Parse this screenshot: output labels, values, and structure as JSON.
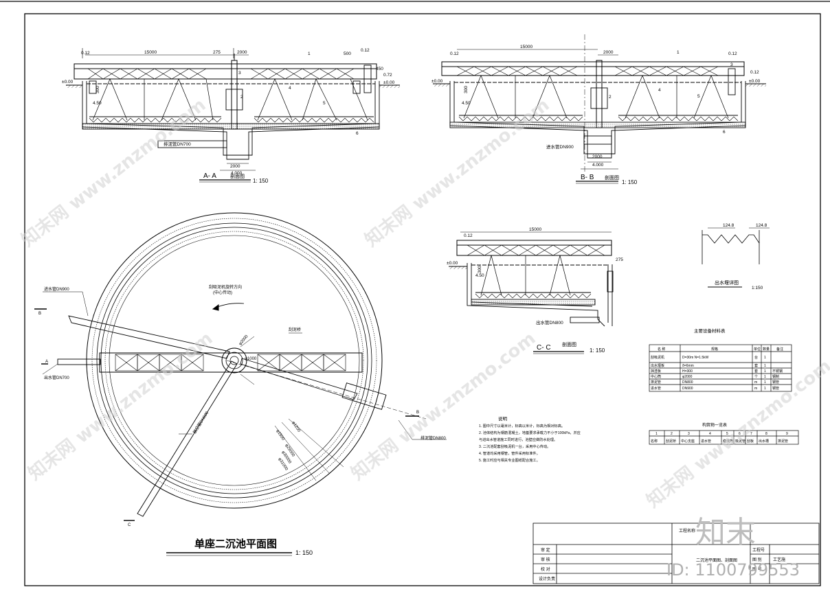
{
  "sections": {
    "aa": {
      "label": "A- A",
      "sub": "剖面图",
      "scale": "1: 150",
      "span": "15000",
      "center": "2000",
      "d1": "275",
      "d2": "500",
      "pit": "2000",
      "pit2": "4.000",
      "lvl_top": "0.12",
      "lvl_left": "±0.00",
      "lvl_right": "±0.00",
      "lvl_r2": "0.72",
      "h1": "300",
      "h2": "4.50",
      "h3": "450",
      "pipe": "排泥管DN700",
      "n1": "1",
      "n2": "2",
      "n3": "3",
      "n4": "4",
      "n5": "5",
      "n6": "6"
    },
    "bb": {
      "label": "B- B",
      "sub": "剖面图",
      "scale": "1: 150",
      "span": "15000",
      "center": "2000",
      "pit": "2000",
      "pit2": "4.000",
      "lvl_top": "0.12",
      "lvl_left": "±0.00",
      "lvl_right": "±0.00",
      "lvl_r2": "0.12",
      "h1": "300",
      "h2": "4.50",
      "pipe": "进水管DN900",
      "n1": "1",
      "n2": "2",
      "n3": "3",
      "n4": "4",
      "n5": "5",
      "n6": "6"
    },
    "cc": {
      "label": "C- C",
      "sub": "剖面图",
      "scale": "1: 150",
      "span": "15000",
      "lvl_top": "0.12",
      "lvl_left": "±0.00",
      "d1": "275",
      "h1": "300",
      "h2": "4.50",
      "pipe": "出水管DN800"
    },
    "weir": {
      "title": "出水堰详图",
      "scale": "1:150",
      "d1": "124.8",
      "d2": "124.8"
    }
  },
  "plan": {
    "title": "单座二沉池平面图",
    "scale": "1: 150",
    "inlet": "进水管DN900",
    "outlet": "出水管DN700",
    "sludge": "排泥管DN800",
    "drain": "放空管DN600",
    "bridge": "刮泥桥",
    "rotate": "刮吸泥机旋转方向",
    "rotate2": "(中心传动)",
    "d1": "φ1200",
    "d2": "φ1500",
    "d3": "φ29000",
    "d4": "φ30000",
    "d5": "φ31000",
    "c1": "φ2000",
    "c2": "φ1000",
    "cut_a": "A",
    "cut_b": "B",
    "cut_c": "C"
  },
  "notes": {
    "title": "说明",
    "lines": [
      "1. 图中尺寸以毫米计，标高以米计，标高为相对标高。",
      "2. 池体结构为钢筋混凝土，地基要求承载力不小于100kPa，并应",
      "   与进出水管道施工同时进行，池壁应做防水处理。",
      "3. 二沉池配套刮吸泥机一台，采用中心传动。",
      "4. 管道均采用钢管，管件采用标准件。",
      "5. 施工时应与相关专业图纸配合施工。"
    ]
  },
  "equipment": {
    "title": "主要设备材料表",
    "headers": [
      "名 称",
      "规格",
      "单位",
      "数量",
      "备注"
    ],
    "rows": [
      [
        "刮吸泥机",
        "D=30m N=1.5kW",
        "台",
        "1",
        ""
      ],
      [
        "出水堰板",
        "δ=6mm",
        "套",
        "1",
        ""
      ],
      [
        "挡渣板",
        "H=300",
        "套",
        "1",
        "不锈钢"
      ],
      [
        "中心筒",
        "φ2000",
        "个",
        "1",
        "钢制"
      ],
      [
        "排泥管",
        "DN800",
        "m",
        "1",
        "钢管"
      ],
      [
        "进水管",
        "DN900",
        "m",
        "1",
        "钢管"
      ]
    ]
  },
  "legend": {
    "title": "构筑物一览表",
    "nums": [
      "1",
      "2",
      "3",
      "4",
      "5",
      "6",
      "7",
      "8",
      "9"
    ],
    "cells": [
      "名称",
      "刮泥桥",
      "中心支座",
      "进水管",
      "稳流筒",
      "吸泥管",
      "刮板",
      "出水槽",
      "排泥管"
    ]
  },
  "titleblock": {
    "project": "工程名称",
    "drawing": "二沉池平面图、剖面图",
    "rows": [
      "审 定",
      "审 核",
      "校 对",
      "设计负责"
    ],
    "r1": "工程号",
    "r2": "图 别",
    "r3": "图 号",
    "r2v": "工艺施",
    "brand": "知末",
    "id": "ID: 1100799553"
  },
  "watermark": "知末网 www.znzmo.com"
}
